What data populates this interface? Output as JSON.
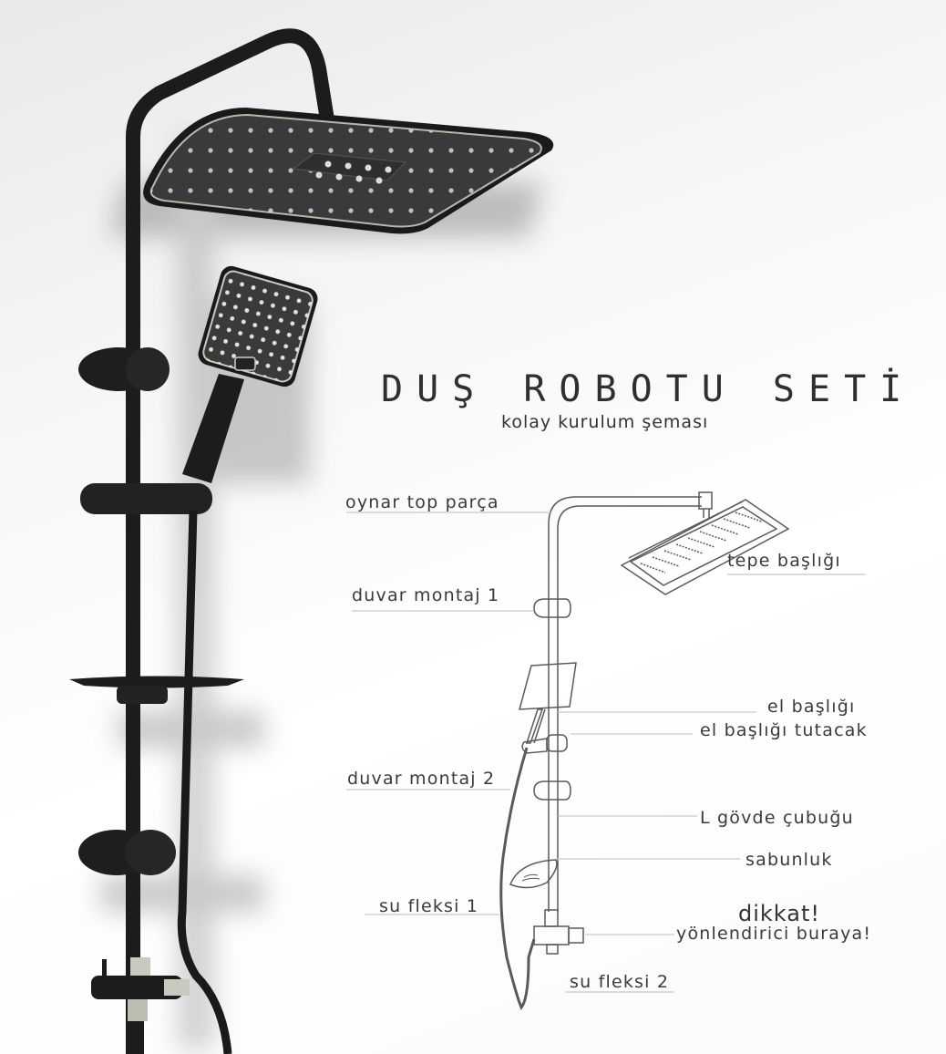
{
  "header": {
    "title": "DUŞ ROBOTU SETİ",
    "subtitle": "kolay kurulum şeması"
  },
  "labels": {
    "oynar_top_parca": "oynar top parça",
    "tepe_basligi": "tepe başlığı",
    "duvar_montaj_1": "duvar montaj 1",
    "el_basligi": "el başlığı",
    "el_basligi_tutacak": "el başlığı tutacak",
    "duvar_montaj_2": "duvar montaj 2",
    "l_govde_cubugu": "L gövde çubuğu",
    "sabunluk": "sabunluk",
    "su_fleksi_1": "su fleksi 1",
    "dikkat": "dikkat!",
    "yonlendirici": "yönlendirici buraya!",
    "su_fleksi_2": "su fleksi 2"
  },
  "colors": {
    "product_black": "#1c1c1c",
    "spray_face": "#3a3a3a",
    "line": "#555555",
    "leader": "#bbbbbb"
  }
}
